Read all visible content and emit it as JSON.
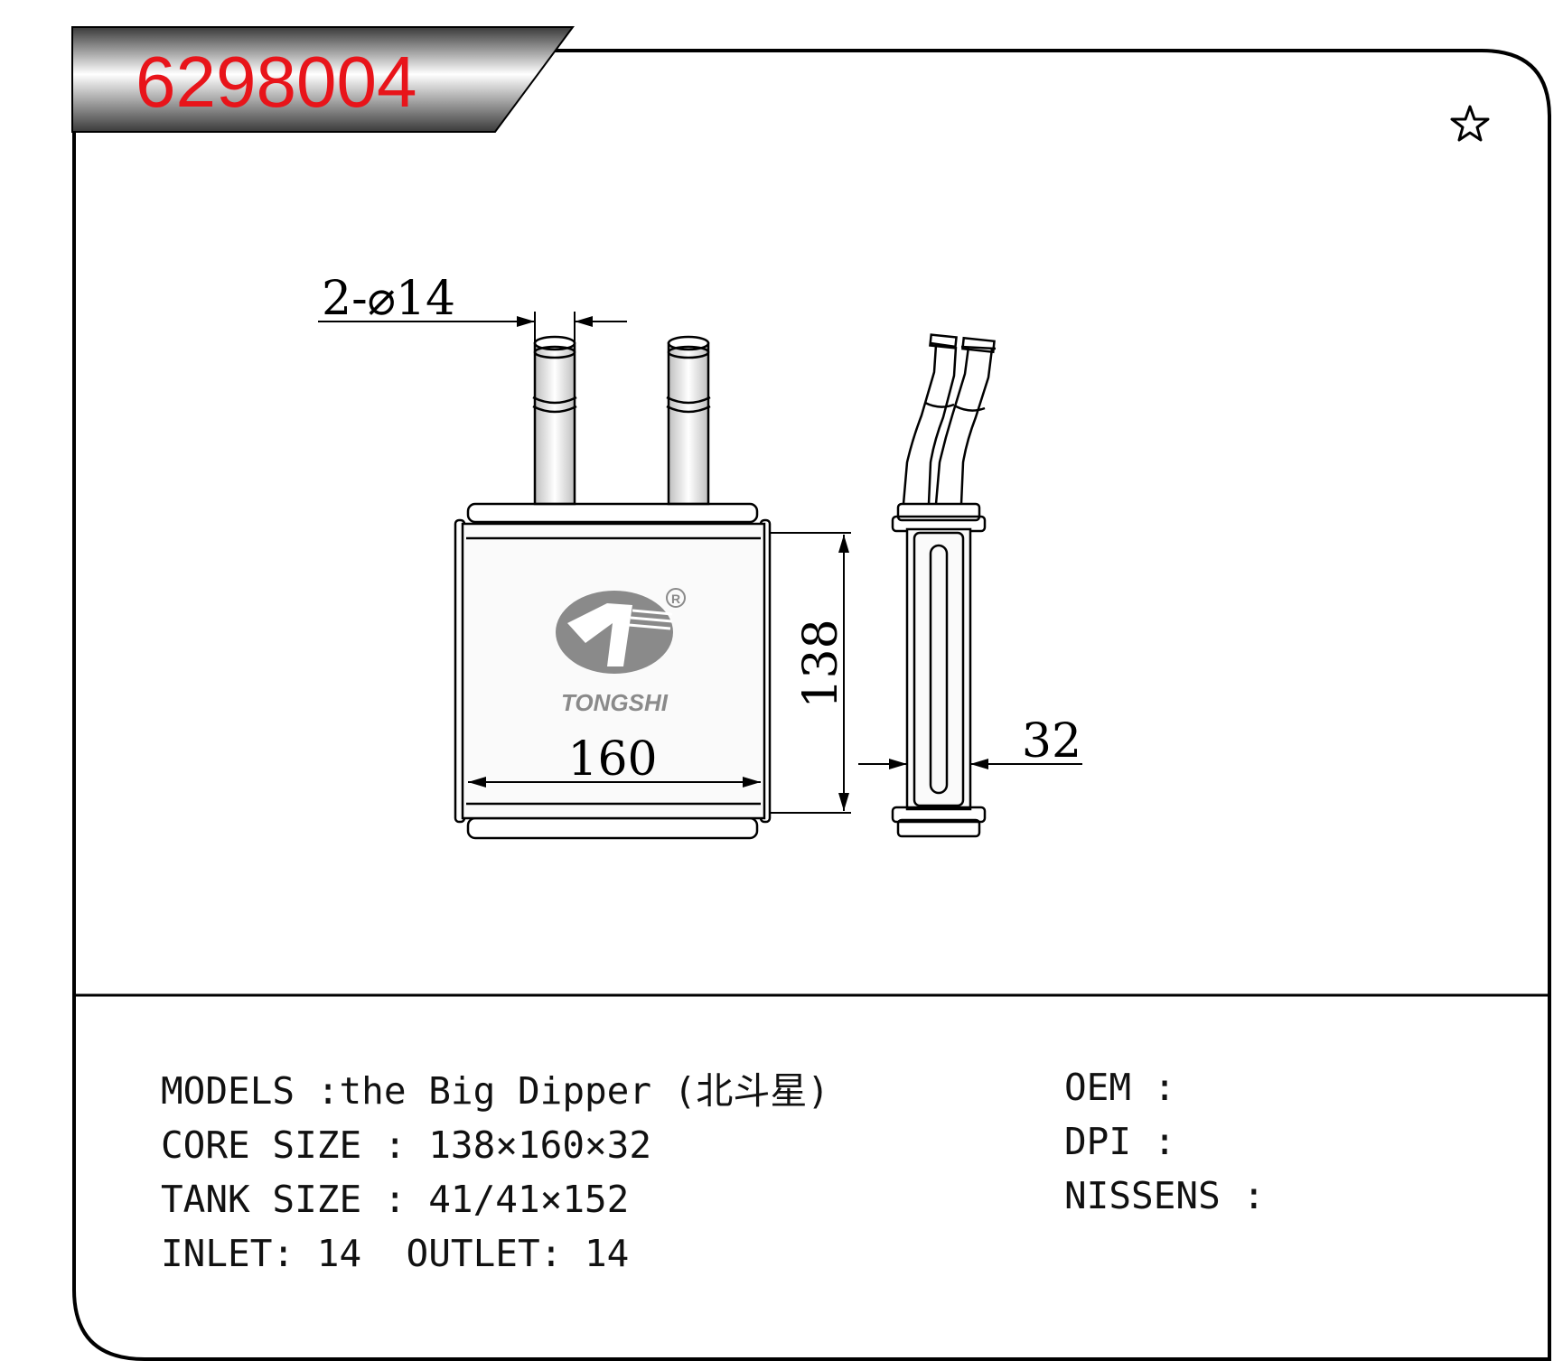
{
  "header": {
    "part_number": "6298004",
    "part_number_color": "#e8141a",
    "favorite_icon": "star-outline-icon"
  },
  "drawing": {
    "pipe_callout": "2-⌀14",
    "width_dim": "160",
    "height_dim": "138",
    "depth_dim": "32",
    "logo": {
      "brand": "TONGSHI",
      "registered_mark": "R",
      "color": "#8a8a8a"
    }
  },
  "specs": {
    "models": "MODELS :the Big Dipper (北斗星)",
    "core_size": "CORE SIZE : 138×160×32",
    "tank_size": "TANK SIZE : 41/41×152",
    "inlet_outlet": "INLET: 14  OUTLET: 14"
  },
  "oem": {
    "oem": "OEM :",
    "dpi": "DPI :",
    "nissens": "NISSENS :"
  }
}
